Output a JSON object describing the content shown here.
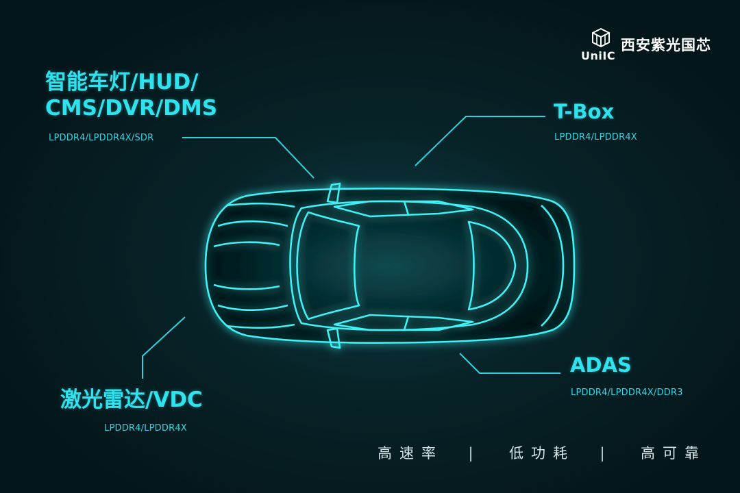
{
  "brand": {
    "mark_text": "UniIC",
    "name": "西安紫光国芯",
    "mark_icon": "cube-logo-icon"
  },
  "callouts": [
    {
      "title_line1": "智能车灯/HUD/",
      "title_line2": "CMS/DVR/DMS",
      "memory": "LPDDR4/LPDDR4X/SDR"
    },
    {
      "title": "T-Box",
      "memory": "LPDDR4/LPDDR4X"
    },
    {
      "title": "ADAS",
      "memory": "LPDDR4/LPDDR4X/DDR3"
    },
    {
      "title": "激光雷达/VDC",
      "memory": "LPDDR4/LPDDR4X"
    }
  ],
  "footer": {
    "feature1": "高速率",
    "separator": "|",
    "feature2": "低功耗",
    "feature3": "高可靠"
  },
  "colors": {
    "accent": "#2fe3ee",
    "background": "#04161a",
    "car_glow": "#3ff2f6"
  },
  "illustration": "car-top-view-icon"
}
